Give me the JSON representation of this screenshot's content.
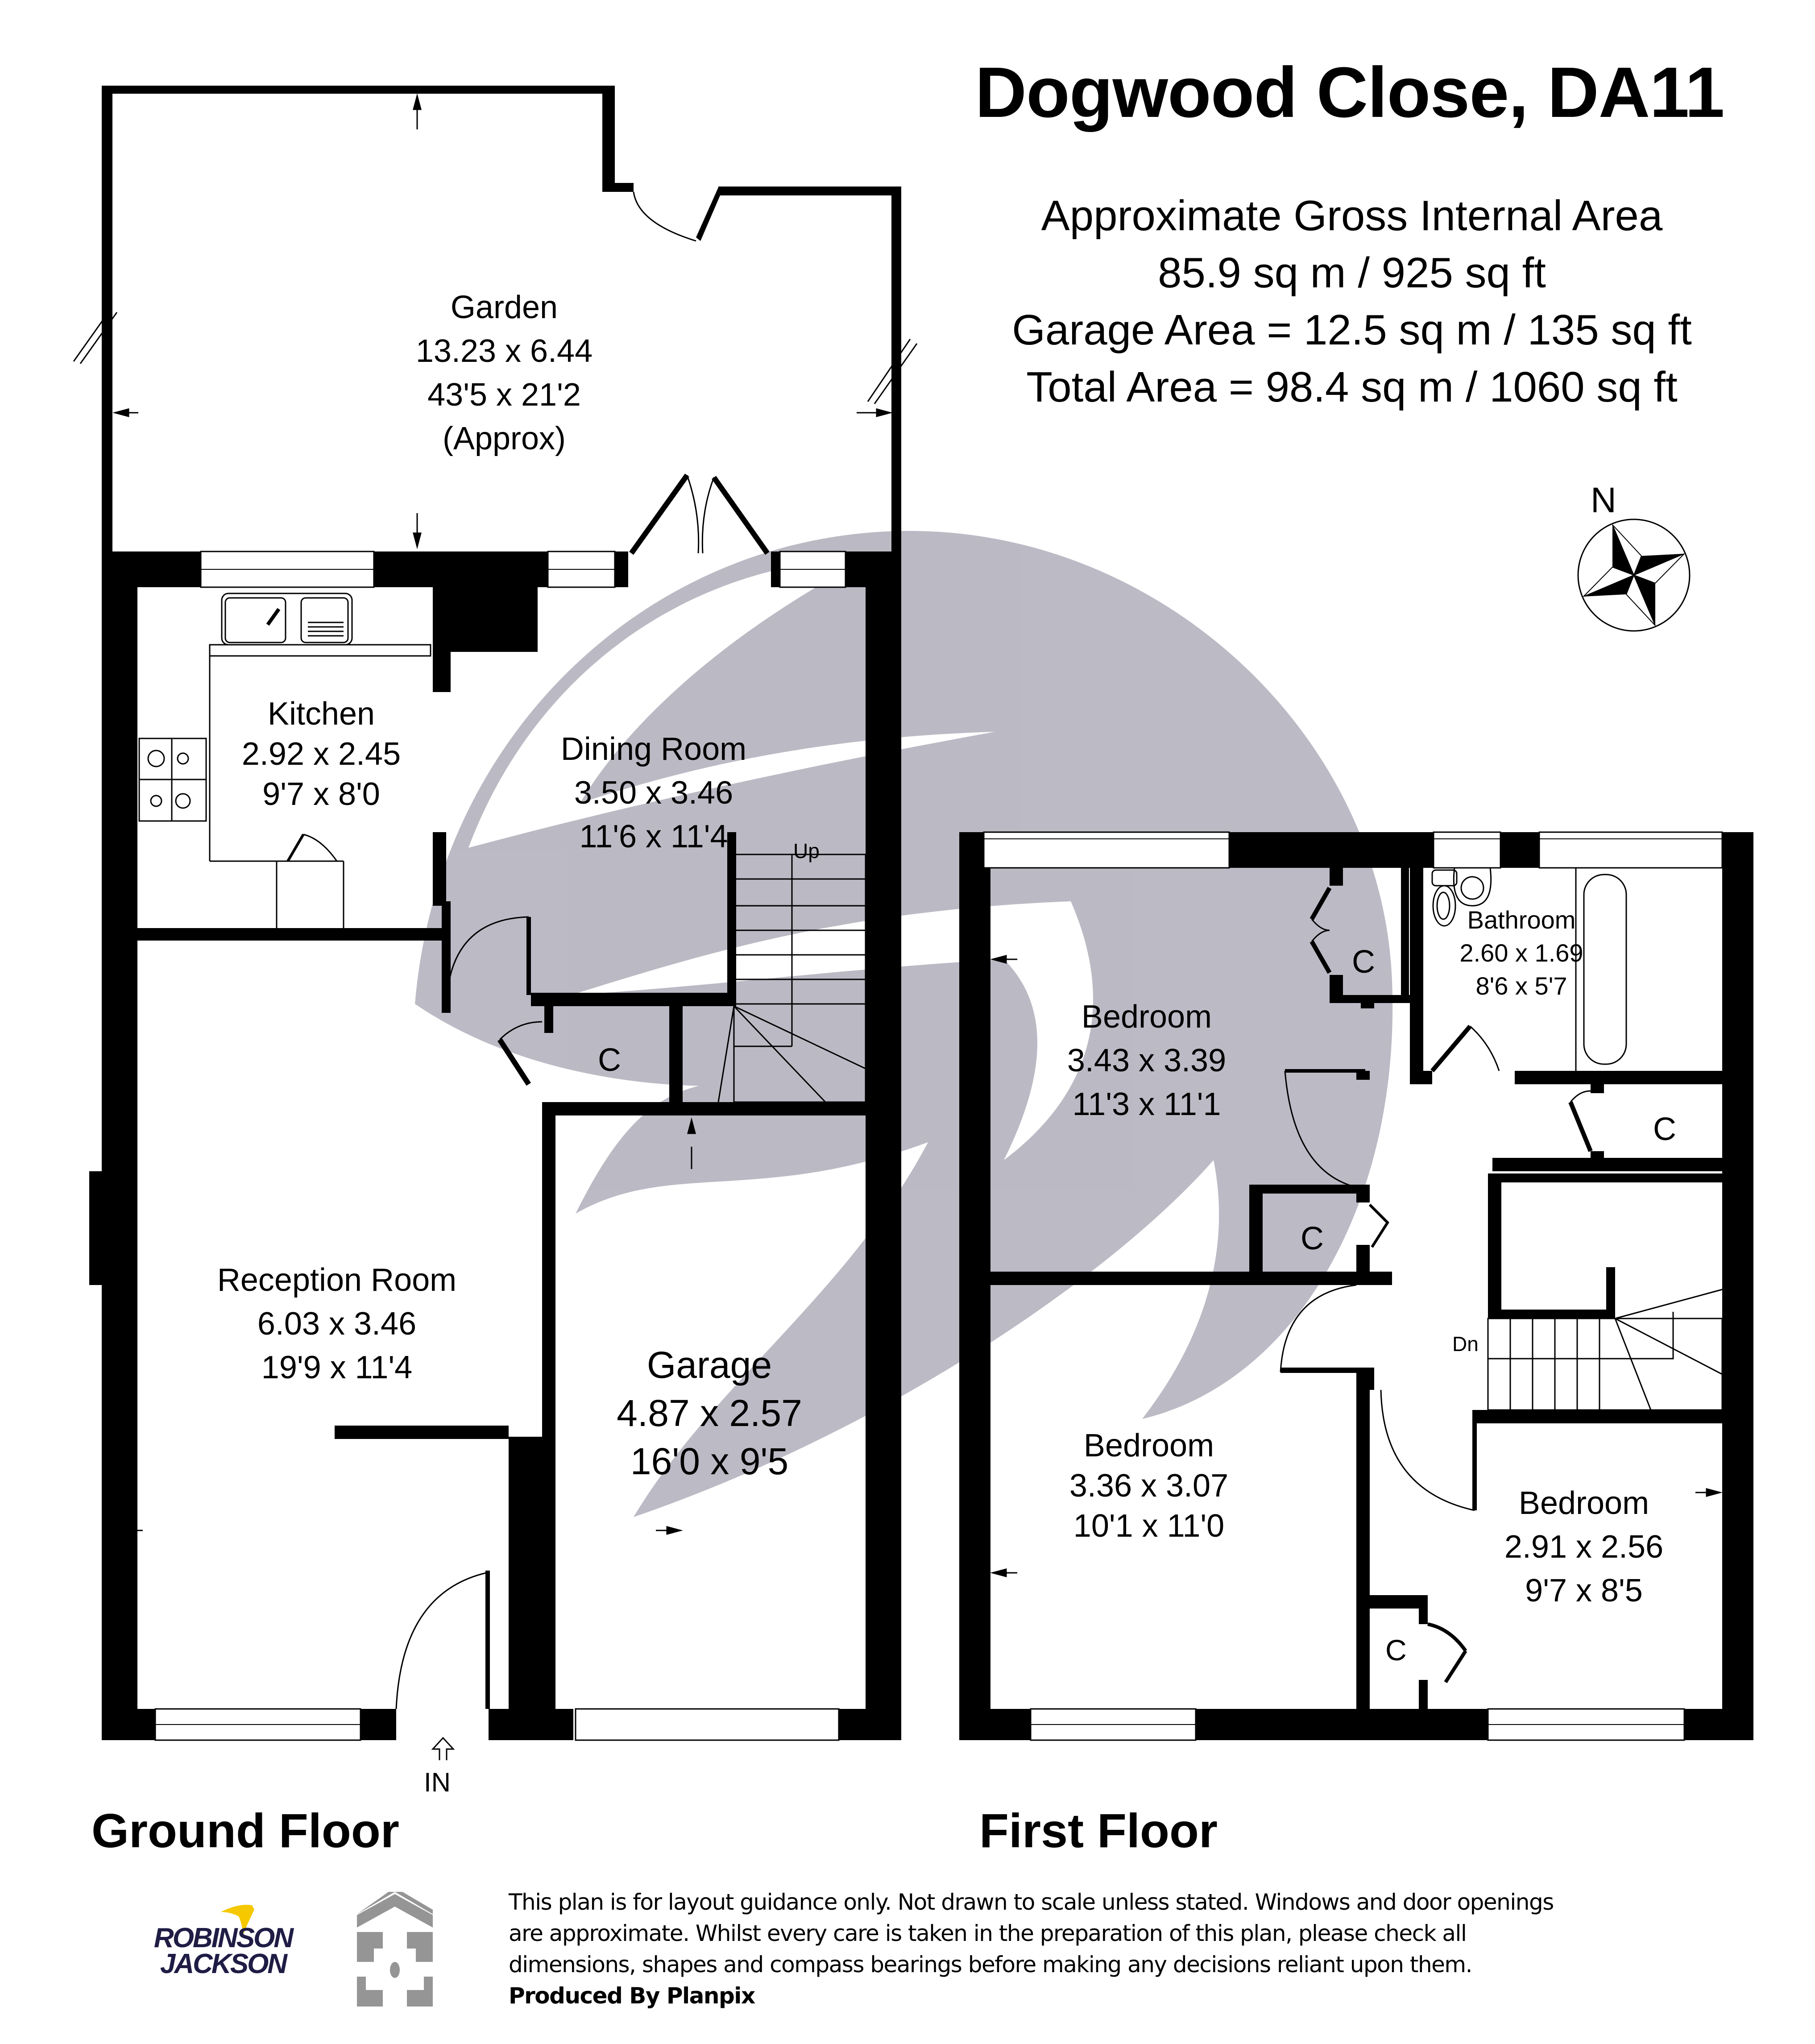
{
  "header": {
    "title": "Dogwood Close, DA11"
  },
  "areas": {
    "line1": "Approximate Gross Internal Area",
    "line2": "85.9 sq m / 925 sq ft",
    "line3": "Garage Area = 12.5 sq m / 135 sq ft",
    "line4": "Total Area =  98.4 sq m / 1060 sq ft"
  },
  "compass": {
    "label": "N",
    "icon": "compass-rose-icon"
  },
  "ground_floor": {
    "label": "Ground Floor",
    "entrance_label": "IN",
    "stairs_label": "Up",
    "rooms": [
      {
        "name": "Garden",
        "metric": "13.23 x 6.44",
        "imperial": "43'5 x 21'2",
        "note": "(Approx)"
      },
      {
        "name": "Kitchen",
        "metric": "2.92 x 2.45",
        "imperial": "9'7 x 8'0"
      },
      {
        "name": "Dining Room",
        "metric": "3.50 x 3.46",
        "imperial": "11'6 x 11'4"
      },
      {
        "name": "Reception Room",
        "metric": "6.03 x 3.46",
        "imperial": "19'9 x 11'4"
      },
      {
        "name": "Garage",
        "metric": "4.87 x 2.57",
        "imperial": "16'0 x 9'5"
      }
    ],
    "cupboards": [
      "C"
    ]
  },
  "first_floor": {
    "label": "First Floor",
    "stairs_label": "Dn",
    "rooms": [
      {
        "name": "Bedroom",
        "metric": "3.43 x 3.39",
        "imperial": "11'3 x 11'1"
      },
      {
        "name": "Bathroom",
        "metric": "2.60 x 1.69",
        "imperial": "8'6 x 5'7"
      },
      {
        "name": "Bedroom",
        "metric": "3.36 x 3.07",
        "imperial": "10'1 x 11'0"
      },
      {
        "name": "Bedroom",
        "metric": "2.91 x 2.56",
        "imperial": "9'7 x 8'5"
      }
    ],
    "cupboards": [
      "C",
      "C",
      "C",
      "C"
    ]
  },
  "footer": {
    "agent_logo": {
      "line1": "ROBINSON",
      "line2": "JACKSON",
      "icon": "swallow-bird-icon"
    },
    "producer_logo_icon": "planpix-house-icon",
    "disclaimer_lines": [
      "This plan is for layout guidance only. Not drawn to scale unless stated. Windows and door openings",
      "are approximate. Whilst every care is taken in the preparation of this plan, please check all",
      "dimensions, shapes and compass bearings before making any decisions reliant upon them."
    ],
    "producer": "Produced By Planpix"
  },
  "colors": {
    "wall": "#000000",
    "watermark": "#b9b8c3",
    "agent_navy": "#1f1c45",
    "agent_yellow": "#f5c800",
    "planpix_gray": "#959595"
  }
}
